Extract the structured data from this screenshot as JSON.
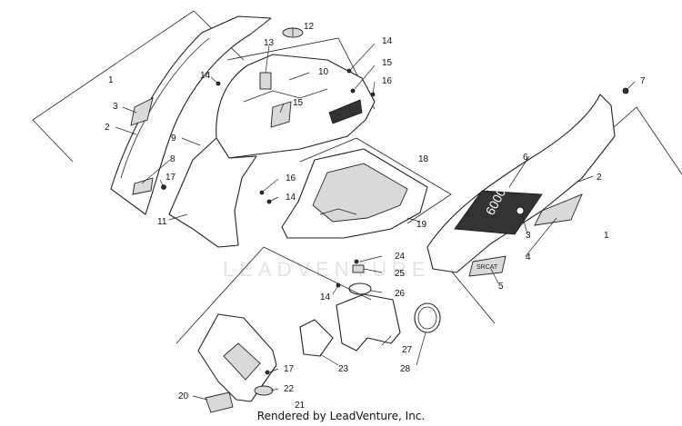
{
  "diagram": {
    "watermark": "LEADVENTURE",
    "footer": "Rendered by LeadVenture, Inc.",
    "callouts": {
      "c1a": "1",
      "c2a": "2",
      "c3a": "3",
      "c8": "8",
      "c17a": "17",
      "c11": "11",
      "c9": "9",
      "c13": "13",
      "c12": "12",
      "c14a": "14",
      "c10": "10",
      "c15a": "15",
      "c14b": "14",
      "c15b": "15",
      "c16a": "16",
      "c16b": "16",
      "c14c": "14",
      "c18": "18",
      "c19": "19",
      "c24": "24",
      "c25": "25",
      "c14d": "14",
      "c26": "26",
      "c27": "27",
      "c28": "28",
      "c23": "23",
      "c17b": "17",
      "c22": "22",
      "c20": "20",
      "c21": "21",
      "c7": "7",
      "c6": "6",
      "c2b": "2",
      "c3b": "3",
      "c4": "4",
      "c5": "5",
      "c1b": "1"
    },
    "decal_text": "6000",
    "logo_text": "SRCAT"
  }
}
